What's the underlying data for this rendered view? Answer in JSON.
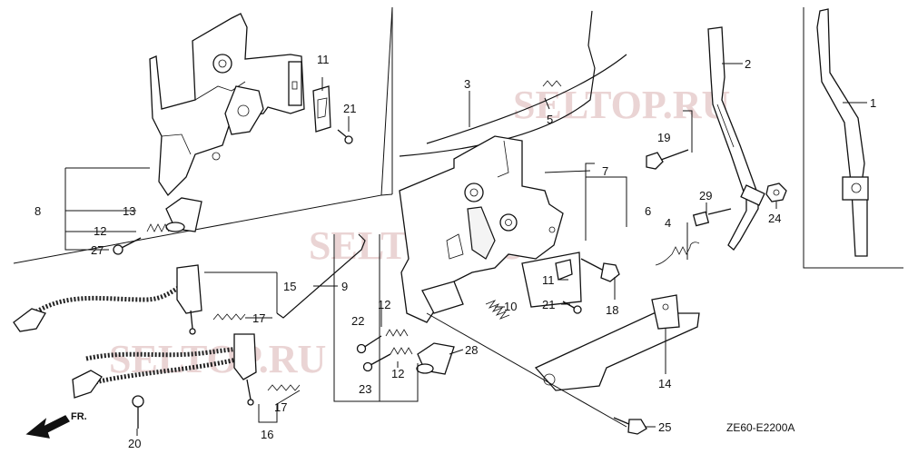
{
  "watermark": {
    "text": "SELTOP.RU",
    "color": "#e3c6c6"
  },
  "diagram_code": "ZE60-E2200A",
  "direction_label": "FR.",
  "callouts": {
    "c1": "1",
    "c2": "2",
    "c3": "3",
    "c4": "4",
    "c5": "5",
    "c6": "6",
    "c7": "7",
    "c8": "8",
    "c9": "9",
    "c10": "10",
    "c11a": "11",
    "c11b": "11",
    "c12a": "12",
    "c12b": "12",
    "c12c": "12",
    "c13": "13",
    "c14": "14",
    "c15": "15",
    "c16": "16",
    "c17a": "17",
    "c17b": "17",
    "c18": "18",
    "c19": "19",
    "c20": "20",
    "c21a": "21",
    "c21b": "21",
    "c22": "22",
    "c23": "23",
    "c24": "24",
    "c25": "25",
    "c27": "27",
    "c28": "28",
    "c29": "29"
  }
}
